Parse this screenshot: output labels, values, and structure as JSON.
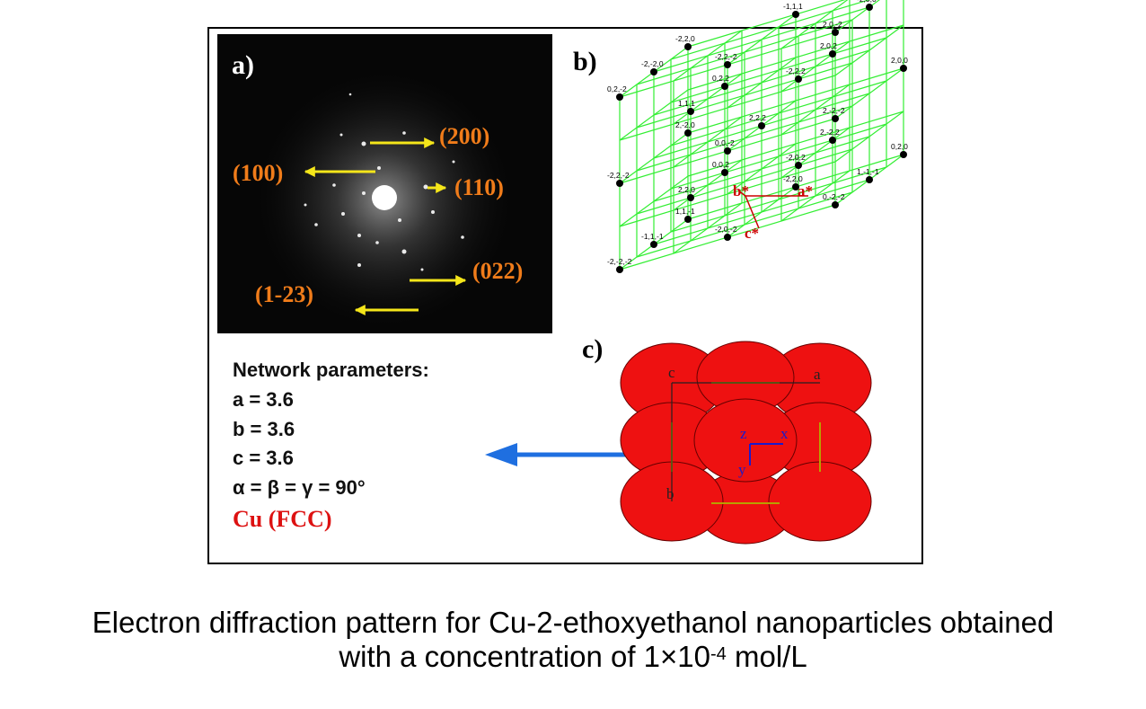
{
  "panels": {
    "a": {
      "label": "a)",
      "arrow_labels": [
        "(200)",
        "(100)",
        "(110)",
        "(022)",
        "(1-23)"
      ]
    },
    "b": {
      "label": "b)",
      "axes": [
        "b*",
        "a*",
        "c*"
      ],
      "lattice_labels": [
        "-2,-2,-2",
        "-2,0,-2",
        "0,-2,-2",
        "-2,2,-2",
        "0,0,-2",
        "2,-2,-2",
        "0,2,-2",
        "-2,2,-2",
        "2,0,-2",
        "-1,1,-1",
        "1,-1,-1",
        "-2,-2,0",
        "-2,0,0",
        "1,1,-1",
        "-2,2,0",
        "0,2,0",
        "2,-2,0",
        "2,0,0",
        "-2,2,0",
        "-1,1,1",
        "1,-1,1",
        "2,2,0",
        "-2,0,2",
        "1,1,1",
        "-2,2,2",
        "0,0,2",
        "2,-2,2",
        "0,2,2",
        "2,0,2",
        "2,2,2"
      ],
      "colors": {
        "grid": "#33ee33",
        "axis": "#cc0000",
        "node": "#000000"
      }
    },
    "c": {
      "label": "c)",
      "corner_labels": [
        "c",
        "a",
        "b"
      ],
      "axis_labels": [
        "z",
        "x",
        "y"
      ],
      "colors": {
        "atom": "#ee1111",
        "frame": "#b8a000",
        "axis": "#1a1acc"
      }
    }
  },
  "parameters": {
    "title": "Network parameters:",
    "lines": [
      "a = 3.6",
      "b = 3.6",
      "c = 3.6",
      "α = β = γ = 90°"
    ],
    "material": "Cu (FCC)"
  },
  "caption": {
    "line1": "Electron diffraction pattern for Cu-2-ethoxyethanol nanoparticles obtained",
    "line2_before": "with a concentration of 1×10",
    "line2_sup": "-4",
    "line2_after": " mol/L"
  }
}
